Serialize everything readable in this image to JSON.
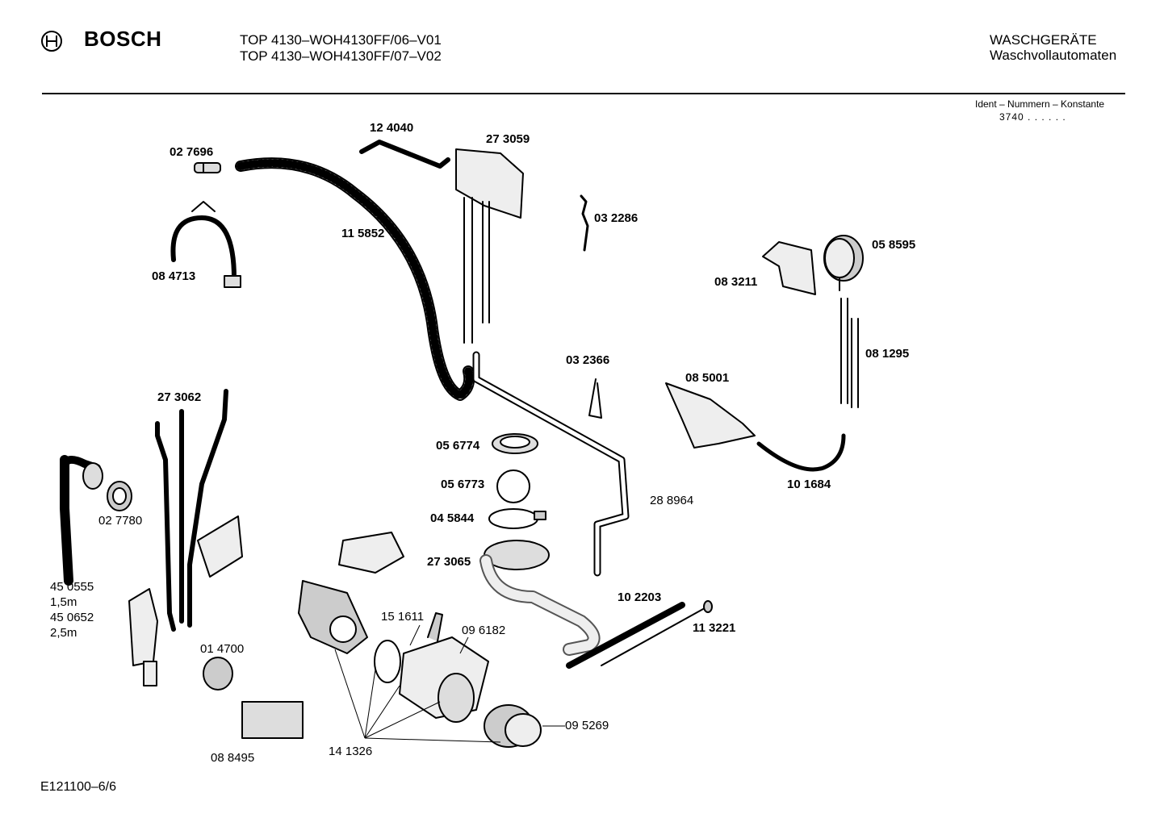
{
  "header": {
    "brand": "BOSCH",
    "model_lines": [
      "TOP 4130–WOH4130FF/06–V01",
      "TOP 4130–WOH4130FF/07–V02"
    ],
    "category_lines": [
      "WASCHGERÄTE",
      "Waschvollautomaten"
    ],
    "ident_label": "Ident – Nummern – Konstante",
    "ident_value": "3740 . . . . . ."
  },
  "footer": {
    "doc_code": "E121100–6/6"
  },
  "parts": {
    "p027696": "02 7696",
    "p124040": "12 4040",
    "p273059": "27 3059",
    "p032286": "03 2286",
    "p115852": "11 5852",
    "p084713": "08 4713",
    "p058595": "05 8595",
    "p083211": "08 3211",
    "p081295": "08 1295",
    "p032366": "03 2366",
    "p085001": "08 5001",
    "p273062": "27 3062",
    "p056774": "05 6774",
    "p056773": "05 6773",
    "p045844": "04 5844",
    "p288964": "28 8964",
    "p101684": "10 1684",
    "p027780": "02 7780",
    "p273065": "27 3065",
    "p450555": "45 0555",
    "len1": "1,5m",
    "p450652": "45 0652",
    "len2": "2,5m",
    "p102203": "10 2203",
    "p113221": "11 3221",
    "p151611": "15 1611",
    "p096182": "09 6182",
    "p014700": "01 4700",
    "p095269": "09 5269",
    "p088495": "08 8495",
    "p141326": "14 1326"
  }
}
